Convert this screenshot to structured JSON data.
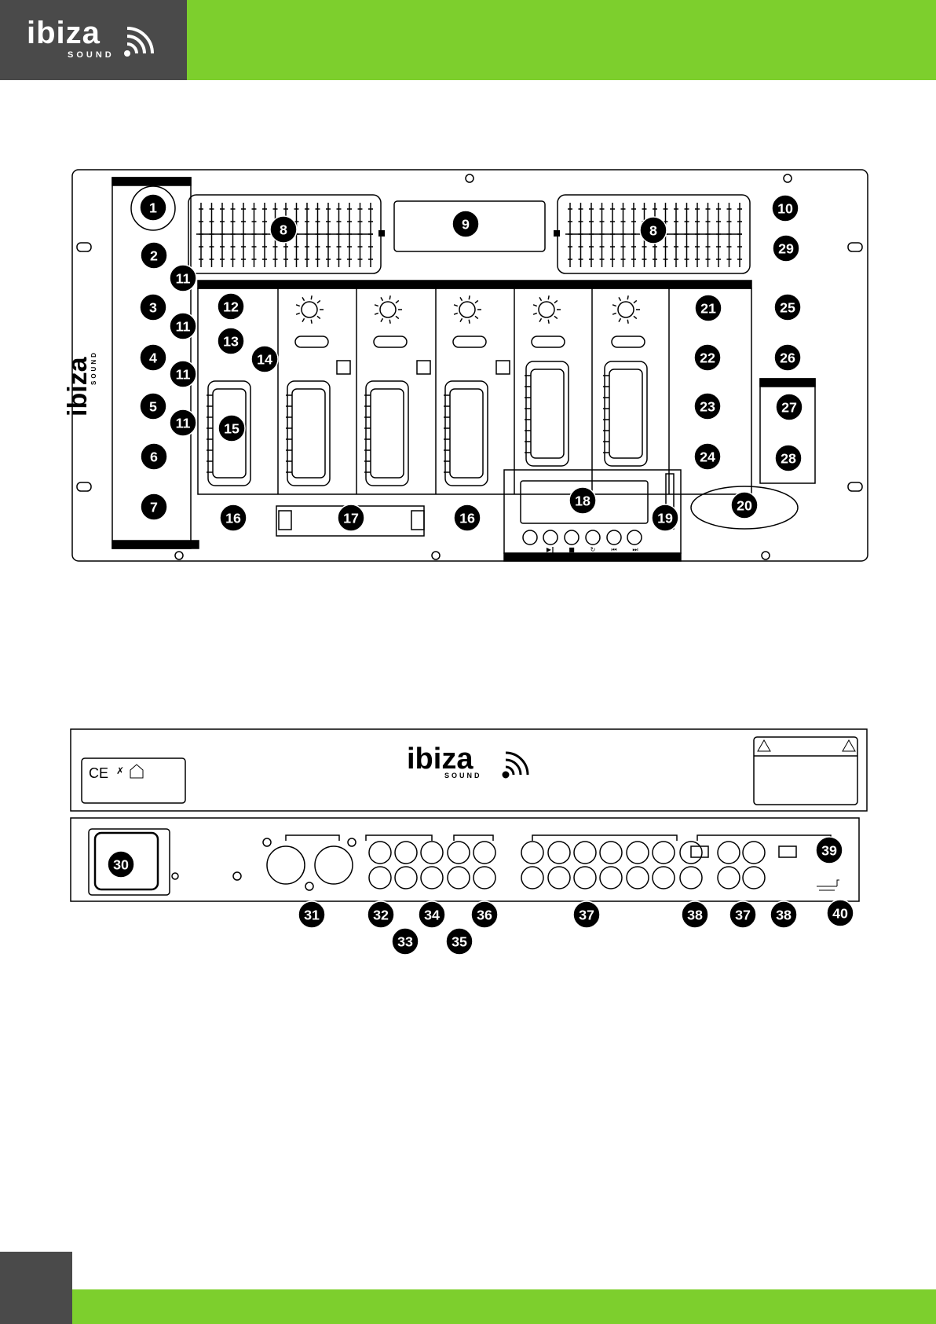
{
  "brand": {
    "name": "ibiza",
    "sub": "SOUND"
  },
  "colors": {
    "accent": "#7dcf2d",
    "dark": "#4a4a4a",
    "ink": "#000000"
  },
  "front_panel": {
    "callouts": [
      "1",
      "2",
      "3",
      "4",
      "5",
      "6",
      "7",
      "8",
      "8",
      "9",
      "10",
      "11",
      "11",
      "11",
      "11",
      "12",
      "13",
      "14",
      "15",
      "16",
      "16",
      "17",
      "18",
      "19",
      "20",
      "21",
      "22",
      "23",
      "24",
      "25",
      "26",
      "27",
      "28",
      "29"
    ],
    "transport_icons": [
      "play-pause-icon",
      "stop-icon",
      "repeat-icon",
      "previous-icon",
      "next-icon"
    ]
  },
  "rear_panel": {
    "callouts": [
      "30",
      "31",
      "32",
      "33",
      "34",
      "35",
      "36",
      "37",
      "37",
      "38",
      "38",
      "39",
      "40"
    ],
    "marks": [
      "ce-mark-icon",
      "weee-bin-icon",
      "house-icon",
      "lightning-warning-icon",
      "caution-icon",
      "ground-icon"
    ]
  }
}
